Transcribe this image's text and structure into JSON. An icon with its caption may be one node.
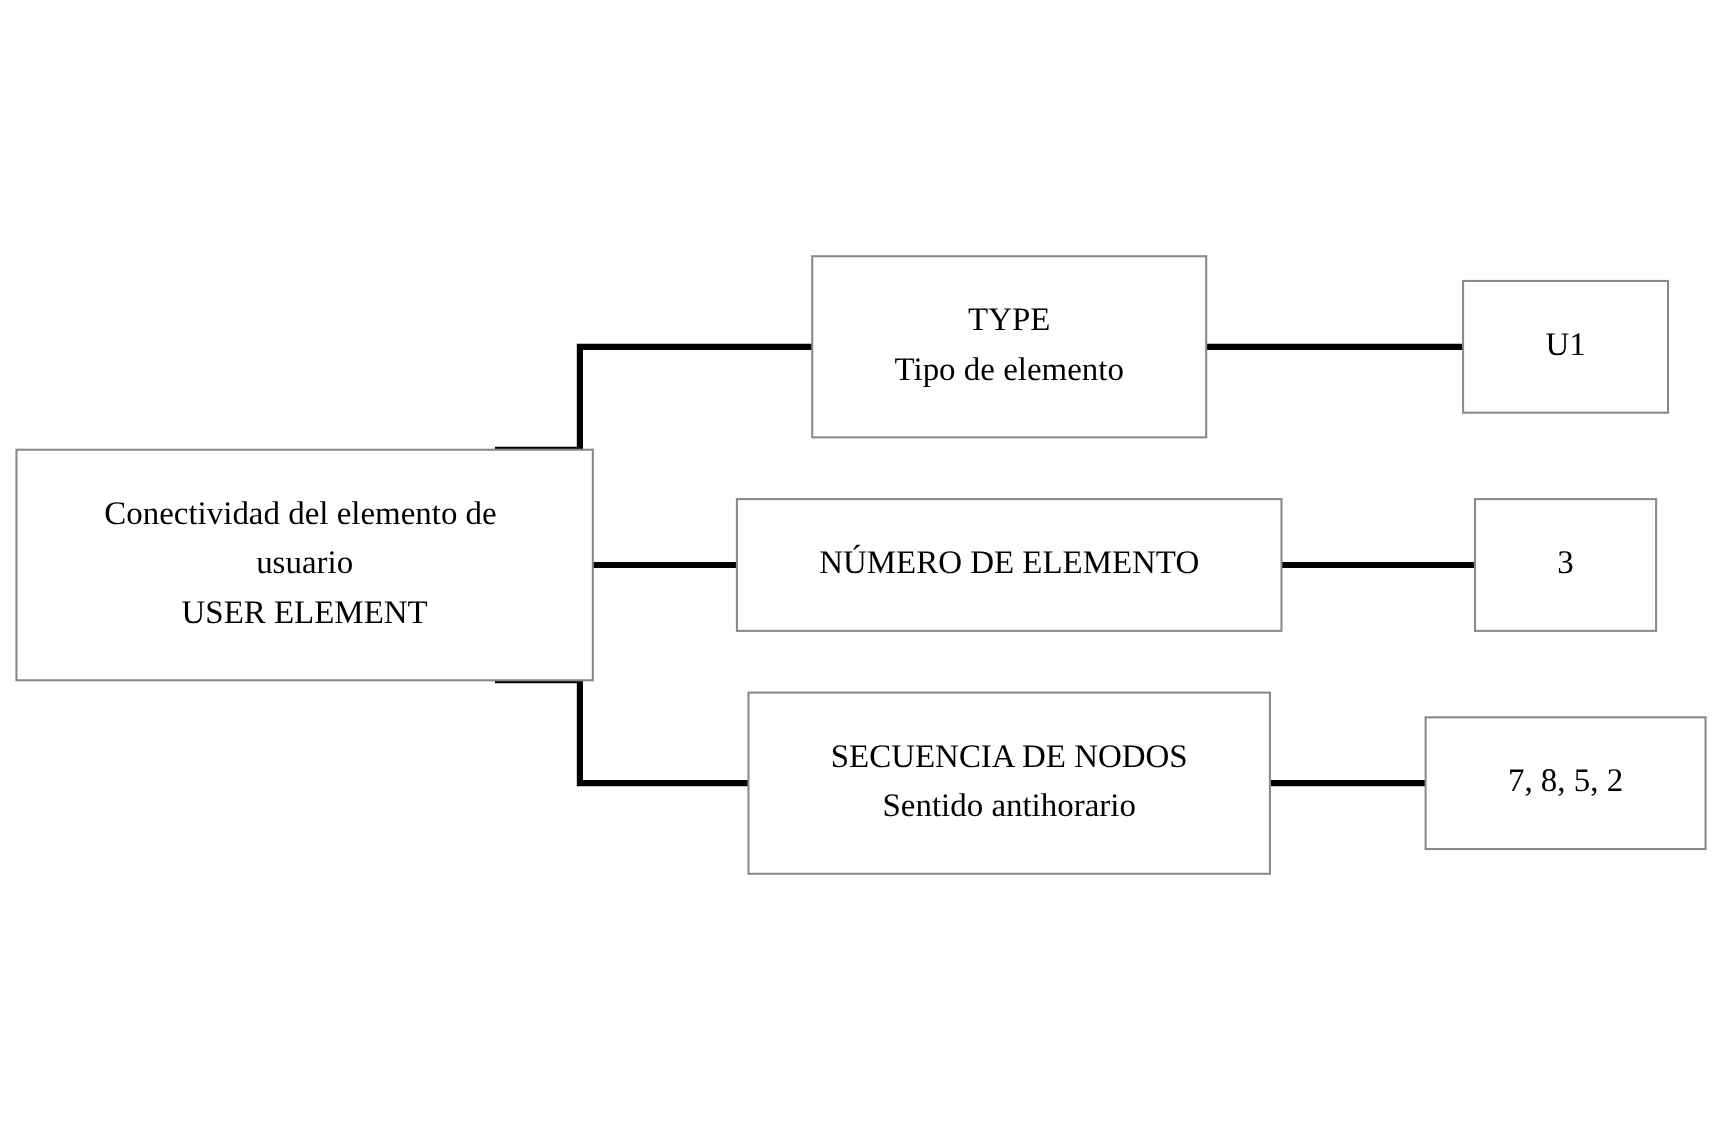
{
  "diagram": {
    "nodes": [
      {
        "text": [
          "Conectividad del elemento de usuario",
          "USER ELEMENT"
        ]
      },
      {
        "text": [
          "TYPE",
          "Tipo de elemento"
        ]
      },
      {
        "text": [
          "NÚMERO DE ELEMENTO"
        ]
      },
      {
        "text": [
          "SECUENCIA DE NODOS",
          "Sentido antihorario"
        ]
      },
      {
        "text": [
          "U1"
        ]
      },
      {
        "text": [
          "3"
        ]
      },
      {
        "text": [
          "7, 8, 5, 2"
        ]
      }
    ],
    "edges": [
      {
        "from": 0,
        "to": 1,
        "arrow": "none"
      },
      {
        "from": 0,
        "to": 2,
        "arrow": "none"
      },
      {
        "from": 0,
        "to": 3,
        "arrow": "none"
      },
      {
        "from": 1,
        "to": 4,
        "arrow": "none"
      },
      {
        "from": 2,
        "to": 5,
        "arrow": "none"
      },
      {
        "from": 3,
        "to": 6,
        "arrow": "none"
      }
    ]
  }
}
